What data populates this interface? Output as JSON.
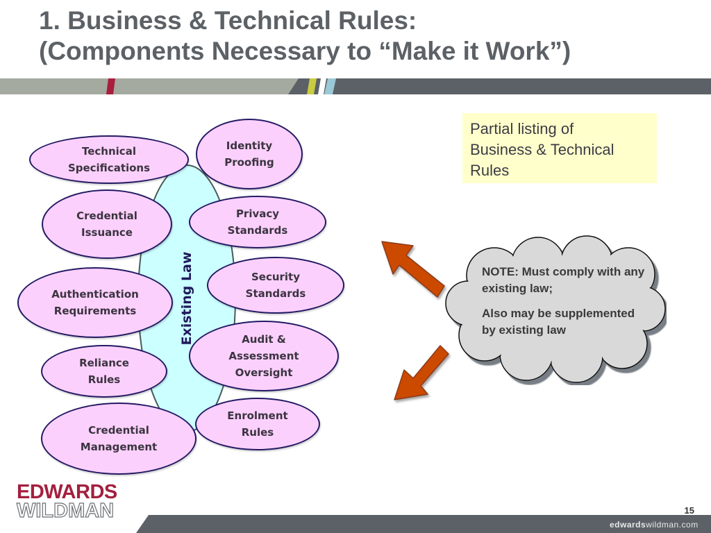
{
  "slide": {
    "title_line1": "1.  Business & Technical Rules:",
    "title_line2": "(Components Necessary to “Make it Work”)",
    "page_number": "15"
  },
  "central_shape": {
    "label": "Existing Law",
    "fill_color": "#ccffff"
  },
  "ovals": {
    "technical_specifications": [
      "Technical",
      "Specifications"
    ],
    "identity_proofing": [
      "Identity",
      "Proofing"
    ],
    "credential_issuance": [
      "Credential",
      "Issuance"
    ],
    "privacy_standards": [
      "Privacy",
      "Standards"
    ],
    "authentication_requirements": [
      "Authentication",
      "Requirements"
    ],
    "security_standards": [
      "Security",
      "Standards"
    ],
    "audit_assessment_oversight": [
      "Audit &",
      "Assessment",
      "Oversight"
    ],
    "reliance_rules": [
      "Reliance",
      "Rules"
    ],
    "enrolment_rules": [
      "Enrolment",
      "Rules"
    ],
    "credential_management": [
      "Credential",
      "Management"
    ],
    "fill_color": "#fcd0fc",
    "border_color": "#221a63"
  },
  "callout": {
    "lines": [
      "Partial listing of",
      "Business & Technical",
      "Rules"
    ],
    "bg_color": "#ffffcc"
  },
  "cloud_note": {
    "line1": "NOTE: Must comply with any existing law;",
    "line2": "Also may be supplemented by existing law"
  },
  "arrows": {
    "color": "#cc4a00"
  },
  "branding": {
    "logo_top": "EDWARDS",
    "logo_bottom": "WILDMAN",
    "footer_bold": "edwards",
    "footer_rest": "wildman.com"
  }
}
